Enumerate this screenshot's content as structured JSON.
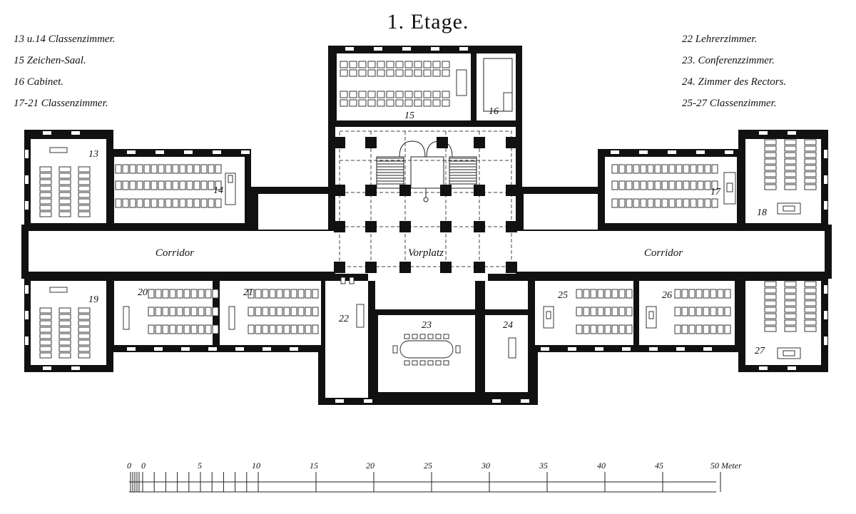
{
  "title": "1. Etage.",
  "legend_left": [
    "13 u.14 Classenzimmer.",
    "15 Zeichen-Saal.",
    "16 Cabinet.",
    "17-21 Classenzimmer."
  ],
  "legend_right": [
    "22 Lehrerzimmer.",
    "23. Conferenzzimmer.",
    "24. Zimmer des Rectors.",
    "25-27 Classenzimmer."
  ],
  "areas": {
    "corridor_left": "Corridor",
    "corridor_right": "Corridor",
    "vorplatz": "Vorplatz"
  },
  "rooms": [
    "13",
    "14",
    "15",
    "16",
    "17",
    "18",
    "19",
    "20",
    "21",
    "22",
    "23",
    "24",
    "25",
    "26",
    "27"
  ],
  "scale": {
    "labels": [
      "0",
      "0",
      "5",
      "10",
      "15",
      "20",
      "25",
      "30",
      "35",
      "40",
      "45",
      "50 Meter"
    ]
  },
  "colors": {
    "ink": "#111111",
    "paper": "#ffffff"
  }
}
